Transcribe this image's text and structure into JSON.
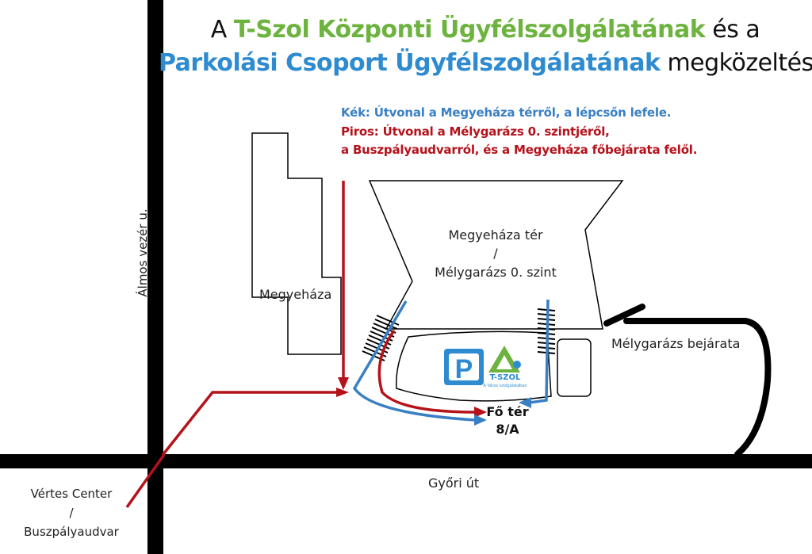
{
  "title": {
    "line1_prefix": "A ",
    "line1_green": "T-Szol Központi Ügyfélszolgálatának",
    "line1_suffix": " és a",
    "line2_blue": "Parkolási Csoport Ügyfélszolgálatának",
    "line2_suffix": " megközeltése."
  },
  "legend": {
    "blue": "Kék: Útvonal a Megyeháza térről, a lépcsőn lefele.",
    "red_line1": "Piros: Útvonal a Mélygarázs 0. szintjéről,",
    "red_line2": "a Buszpályaudvarról, és a Megyeháza főbejárata felől."
  },
  "labels": {
    "street_vertical": "Álmos vezér u.",
    "street_horizontal": "Győri út",
    "megyehaza": "Megyeháza",
    "square_line1": "Megyeháza tér",
    "square_line2": "/",
    "square_line3": "Mélygarázs 0. szint",
    "garage_entrance": "Mélygarázs bejárata",
    "destination_line1": "Fő tér",
    "destination_line2": "8/A",
    "vertes_line1": "Vértes Center",
    "vertes_line2": "/",
    "vertes_line3": "Buszpályaudvar",
    "tszol_logo": "T-SZOL",
    "tszol_tagline": "A Város szolgálatában"
  },
  "colors": {
    "green": "#6db33f",
    "blue": "#2e8bd0",
    "route_blue": "#3a7fc4",
    "route_red": "#b5121b",
    "road": "#000000"
  },
  "icons": {
    "parking": "parking-logo-icon",
    "tszol": "tszol-logo-icon"
  }
}
